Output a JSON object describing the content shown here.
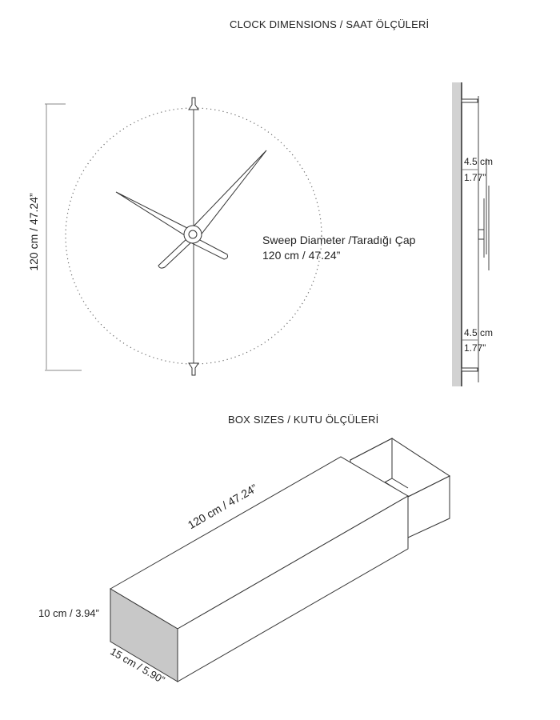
{
  "clock_section": {
    "title": "CLOCK DIMENSIONS / SAAT ÖLÇÜLERİ",
    "height_label": "120 cm / 47.24”",
    "sweep_label": "Sweep Diameter /Taradığı Çap",
    "sweep_value": "120 cm / 47.24”",
    "depth_top_cm": "4.5 cm",
    "depth_top_in": "1.77”",
    "depth_bottom_cm": "4.5 cm",
    "depth_bottom_in": "1.77”"
  },
  "box_section": {
    "title": "BOX SIZES / KUTU ÖLÇÜLERİ",
    "length_label": "120 cm / 47.24”",
    "height_label": "10 cm / 3.94”",
    "width_label": "15 cm / 5.90”"
  },
  "colors": {
    "line": "#333333",
    "box_side": "#c8c8c8",
    "wall": "#d2d2d2"
  }
}
